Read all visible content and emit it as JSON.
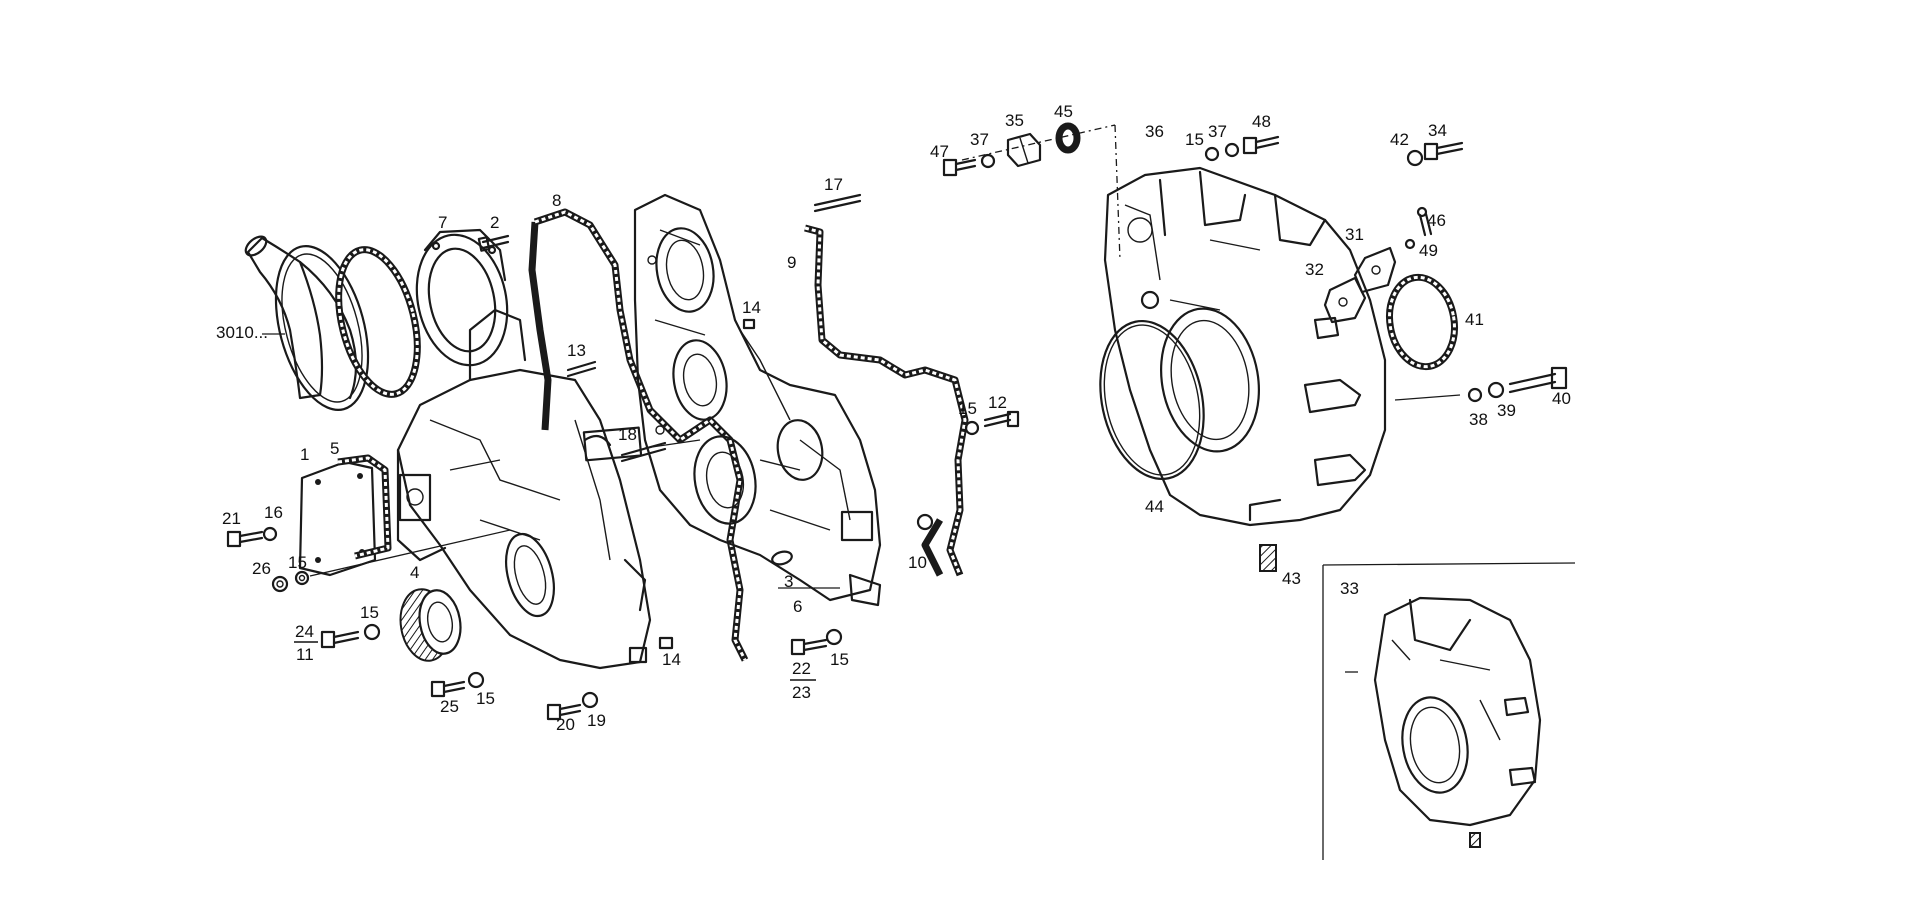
{
  "callouts": {
    "c1": "1",
    "c2": "2",
    "c3": "3",
    "c4": "4",
    "c5": "5",
    "c6": "6",
    "c7": "7",
    "c8": "8",
    "c9": "9",
    "c10": "10",
    "c12": "12",
    "c13": "13",
    "c14a": "14",
    "c14b": "14",
    "c15a": "15",
    "c15b": "15",
    "c15c": "15",
    "c15d": "15",
    "c15e": "15",
    "c15f": "15",
    "c16": "16",
    "c17": "17",
    "c18": "18",
    "c19": "19",
    "c20": "20",
    "c21": "21",
    "c22": "22",
    "c23": "23",
    "c24": "24",
    "c11": "11",
    "c25": "25",
    "c26": "26",
    "c31": "31",
    "c32": "32",
    "c33": "33",
    "c34": "34",
    "c35": "35",
    "c36": "36",
    "c37a": "37",
    "c37b": "37",
    "c38": "38",
    "c39": "39",
    "c40": "40",
    "c41": "41",
    "c42": "42",
    "c43": "43",
    "c44": "44",
    "c45": "45",
    "c46": "46",
    "c47": "47",
    "c48": "48",
    "c49": "49",
    "c3010": "3010..."
  },
  "colors": {
    "ink": "#1a1a1a",
    "background": "#ffffff"
  }
}
